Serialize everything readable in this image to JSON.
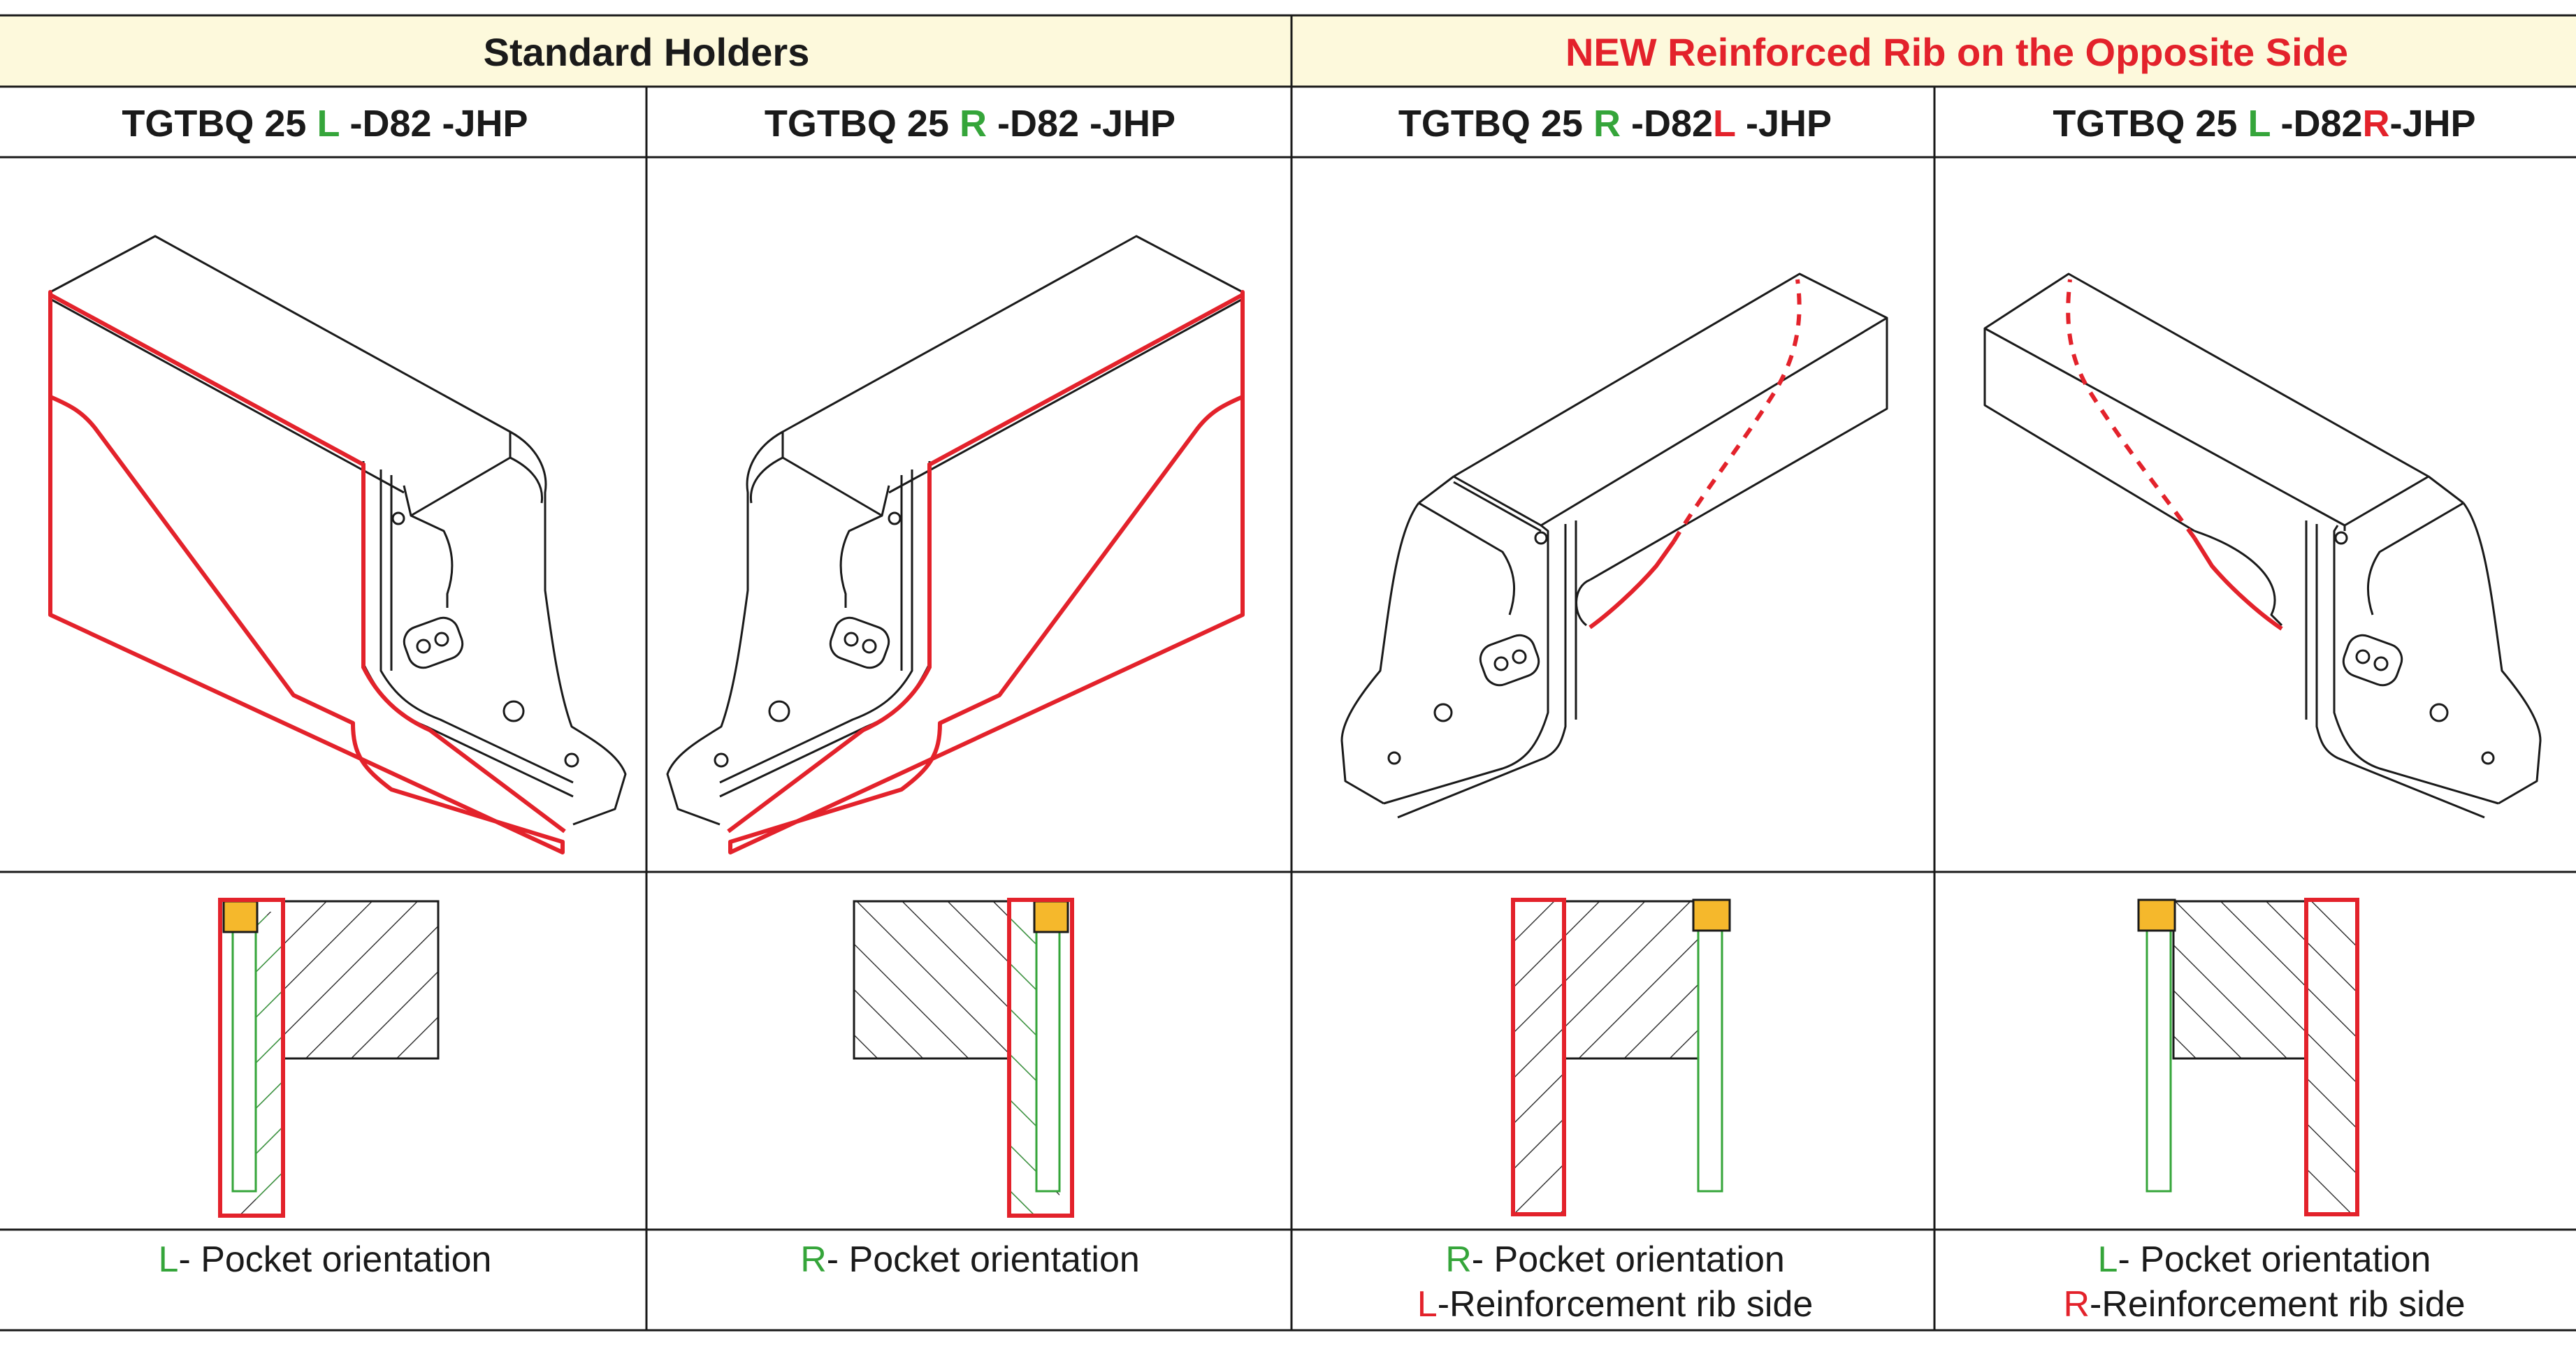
{
  "colors": {
    "header_bg": "#fdf9dc",
    "green": "#35a53a",
    "red": "#e3222b",
    "orange": "#f5b82c",
    "ink": "#1a1a1a"
  },
  "header": {
    "left": "Standard Holders",
    "right": "NEW Reinforced Rib on the Opposite Side"
  },
  "columns": [
    {
      "model": {
        "a": "TGTBQ 25 ",
        "hand": "L",
        "b": " -D82",
        "rib": "",
        "c": " -JHP"
      },
      "caption": [
        {
          "letter": "L",
          "text": "- Pocket orientation"
        }
      ]
    },
    {
      "model": {
        "a": "TGTBQ 25 ",
        "hand": "R",
        "b": " -D82",
        "rib": "",
        "c": " -JHP"
      },
      "caption": [
        {
          "letter": "R",
          "text": "- Pocket orientation"
        }
      ]
    },
    {
      "model": {
        "a": "TGTBQ 25 ",
        "hand": "R",
        "b": " -D82",
        "rib": "L",
        "c": " -JHP"
      },
      "caption": [
        {
          "letter": "R",
          "text": "- Pocket orientation"
        },
        {
          "letter": "L",
          "text": "-Reinforcement rib side"
        }
      ]
    },
    {
      "model": {
        "a": "TGTBQ 25 ",
        "hand": "L",
        "b": " -D82",
        "rib": "R",
        "c": "-JHP"
      },
      "caption": [
        {
          "letter": "L",
          "text": "- Pocket orientation"
        },
        {
          "letter": "R",
          "text": "-Reinforcement rib side"
        }
      ]
    }
  ]
}
